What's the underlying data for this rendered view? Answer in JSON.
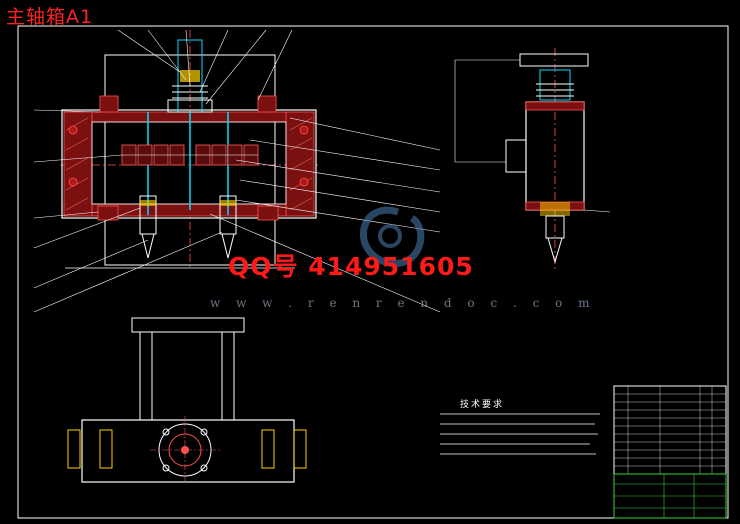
{
  "title": "主轴箱A1",
  "qq": "QQ号 414951605",
  "watermark_url": "w w w . r e n r e n d o c . c o m",
  "watermark_logo": "人人文库",
  "tech_requirements_title": "技术要求",
  "colors": {
    "background": "#000000",
    "title": "#ff2222",
    "outline": "#ffffff",
    "section_hatch": "#ff5050",
    "gear": "#ff5a5a",
    "shaft": "#00e0ff",
    "bolt": "#ffd000",
    "watermark": "#4b82b4",
    "titleblock_green": "#3cd23c"
  }
}
